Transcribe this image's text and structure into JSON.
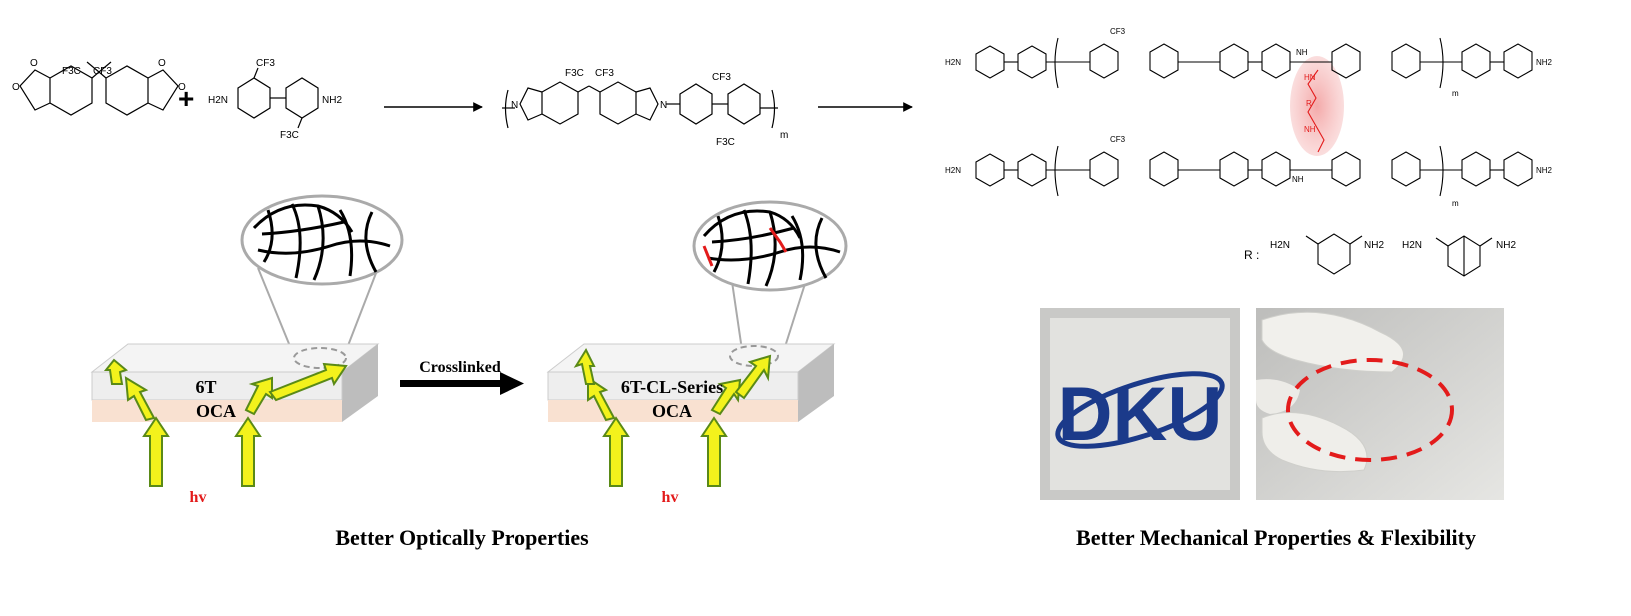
{
  "reaction": {
    "plus": "+",
    "cf3_label": "CF3",
    "f3c_label": "F3C",
    "nh2_label": "NH2",
    "h2n_label": "H2N",
    "o_label": "O",
    "n_label": "N",
    "nh_label": "NH",
    "hn_label": "HN",
    "hn_label_2": "HN",
    "nh_label_2": "NH",
    "r_link_label": "R",
    "m_label": "m"
  },
  "r_group": {
    "label": "R :",
    "h2n": "H2N",
    "nh2": "NH2"
  },
  "films": {
    "left_top": "6T",
    "left_bottom": "OCA",
    "right_top": "6T-CL-Series",
    "right_bottom": "OCA",
    "hv": "hv",
    "arrow_label": "Crosslinked"
  },
  "photos": {
    "logo_text": "DKU"
  },
  "captions": {
    "left": "Better Optically Properties",
    "right": "Better Mechanical Properties & Flexibility"
  },
  "colors": {
    "crosslink_red": "#e31b1b",
    "light_arrow_fill": "#f3f21c",
    "light_arrow_stroke": "#5a8a17",
    "film_top": "#eeeeee",
    "film_oca": "#f9e1d1",
    "logo_blue": "#1b3a8a"
  }
}
